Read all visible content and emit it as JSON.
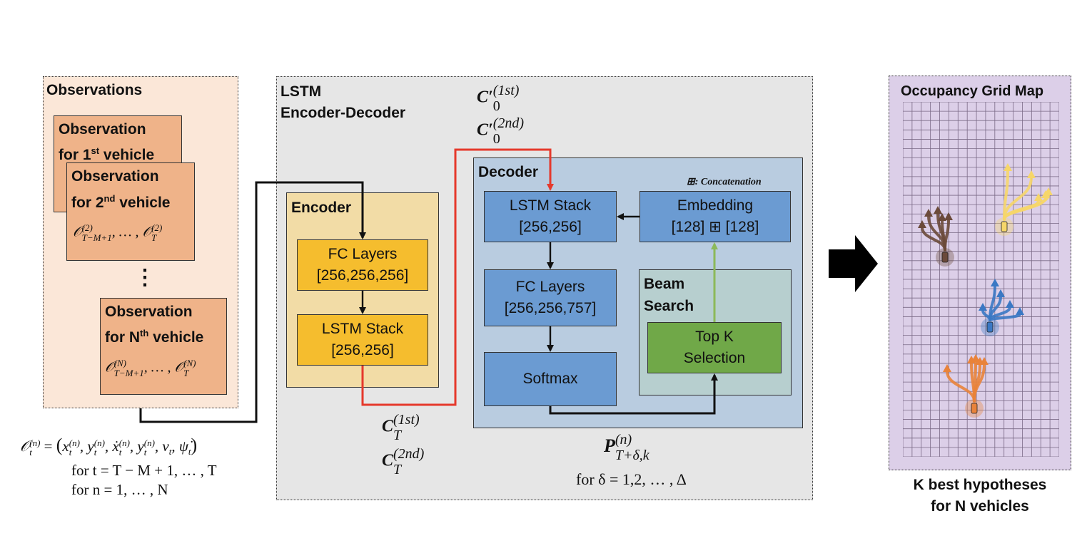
{
  "observations": {
    "title": "Observations",
    "card1": {
      "line1": "Observation",
      "line2_pre": "for 1",
      "line2_sup": "st",
      "line2_post": " vehicle"
    },
    "card2": {
      "line1": "Observation",
      "line2_pre": "for 2",
      "line2_sup": "nd",
      "line2_post": " vehicle",
      "formula": "𝒪(2)T−M+1, … , 𝒪(2)T"
    },
    "ellipsis": "⋮",
    "cardN": {
      "line1": "Observation",
      "line2_pre": "for N",
      "line2_sup": "th",
      "line2_post": " vehicle",
      "formula": "𝒪(N)T−M+1, … , 𝒪(N)T"
    },
    "definition": "𝒪(n)t = (x(n)t, y(n)t, ẋ(n)t, y(n)t, vt, ψ̇t)",
    "range_t": "for t = T − M + 1, … , T",
    "range_n": "for n = 1, … , N"
  },
  "lstm": {
    "title_line1": "LSTM",
    "title_line2": "Encoder-Decoder",
    "c0_1st": "C′0(1st)",
    "c0_2nd": "C′0(2nd)",
    "cT_1st": "CT(1st)",
    "cT_2nd": "CT(2nd)",
    "p_label": "P(n)T+δ,k",
    "p_range": "for δ = 1,2, … , Δ"
  },
  "encoder": {
    "title": "Encoder",
    "fc": {
      "line1": "FC Layers",
      "line2": "[256,256,256]"
    },
    "lstm": {
      "line1": "LSTM Stack",
      "line2": "[256,256]"
    }
  },
  "decoder": {
    "title": "Decoder",
    "legend": "⊞: Concatenation",
    "lstm": {
      "line1": "LSTM Stack",
      "line2": "[256,256]"
    },
    "embedding": {
      "line1": "Embedding",
      "line2": "[128] ⊞ [128]"
    },
    "fc": {
      "line1": "FC Layers",
      "line2": "[256,256,757]"
    },
    "softmax": "Softmax",
    "beam": {
      "line1": "Beam",
      "line2": "Search"
    },
    "topk": {
      "line1": "Top K",
      "line2": "Selection"
    }
  },
  "grid": {
    "title": "Occupancy Grid Map",
    "caption_line1": "K best hypotheses",
    "caption_line2": "for N vehicles"
  },
  "colors": {
    "obs_panel": "#fbe7d8",
    "obs_card": "#efb389",
    "lstm_panel": "#e6e6e6",
    "encoder_panel": "#f2dca6",
    "encoder_box": "#f5bd2e",
    "decoder_panel": "#b9cce0",
    "decoder_box": "#6b9bd2",
    "beam_panel": "#b7cfcf",
    "topk_box": "#70a848",
    "grid_bg": "#dccfe8",
    "red_path": "#e5392c",
    "green_arrow": "#8cb95a"
  }
}
